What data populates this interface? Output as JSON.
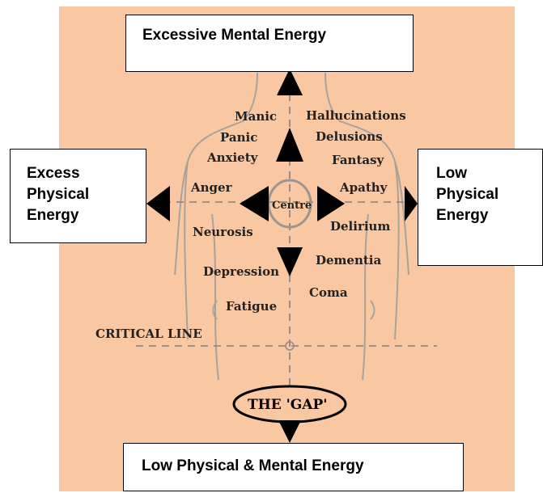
{
  "boxes": {
    "top": "Excessive Mental Energy",
    "left": "Excess\nPhysical\nEnergy",
    "right": "Low\nPhysical\nEnergy",
    "bottom": "Low Physical & Mental Energy"
  },
  "labels": {
    "manic": "Manic",
    "panic": "Panic",
    "anxiety": "Anxiety",
    "anger": "Anger",
    "neurosis": "Neurosis",
    "depression": "Depression",
    "fatigue": "Fatigue",
    "hallucinations": "Hallucinations",
    "delusions": "Delusions",
    "fantasy": "Fantasy",
    "apathy": "Apathy",
    "delirium": "Delirium",
    "dementia": "Dementia",
    "coma": "Coma",
    "centre": "Centre",
    "critical_line": "CRITICAL LINE",
    "gap": "THE 'GAP'"
  },
  "colors": {
    "background": "#f9c8a3",
    "outline": "#a8a29c",
    "arrow": "#000000"
  }
}
